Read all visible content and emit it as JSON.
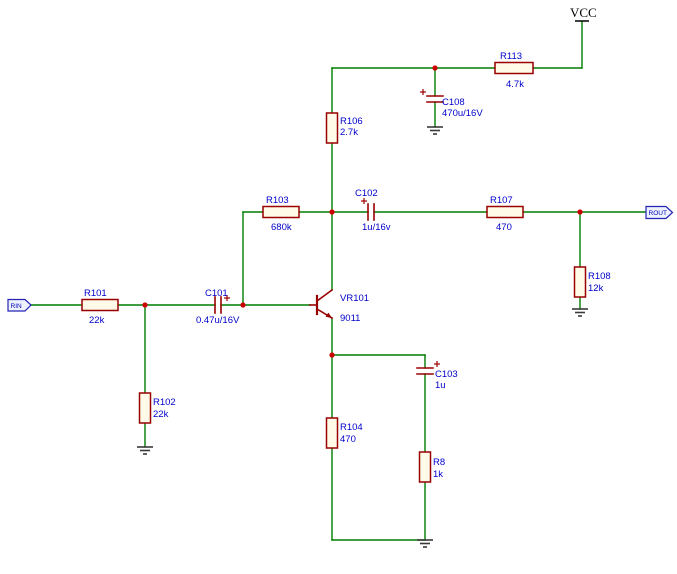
{
  "schematic": {
    "power": {
      "vcc": "VCC"
    },
    "ports": {
      "rin": "RIN",
      "rout": "ROUT"
    },
    "components": {
      "R101": {
        "ref": "R101",
        "value": "22k"
      },
      "R102": {
        "ref": "R102",
        "value": "22k"
      },
      "R103": {
        "ref": "R103",
        "value": "680k"
      },
      "R104": {
        "ref": "R104",
        "value": "470"
      },
      "R106": {
        "ref": "R106",
        "value": "2.7k"
      },
      "R107": {
        "ref": "R107",
        "value": "470"
      },
      "R108": {
        "ref": "R108",
        "value": "12k"
      },
      "R113": {
        "ref": "R113",
        "value": "4.7k"
      },
      "R8": {
        "ref": "R8",
        "value": "1k"
      },
      "C101": {
        "ref": "C101",
        "value": "0.47u/16V"
      },
      "C102": {
        "ref": "C102",
        "value": "1u/16v"
      },
      "C103": {
        "ref": "C103",
        "value": "1u"
      },
      "C108": {
        "ref": "C108",
        "value": "470u/16V"
      },
      "VR101": {
        "ref": "VR101",
        "value": "9011"
      }
    },
    "colors": {
      "wire": "#007c00",
      "symbol": "#990000",
      "label": "#0000cc",
      "junction": "#cc0000",
      "port": "#2424b4"
    }
  }
}
